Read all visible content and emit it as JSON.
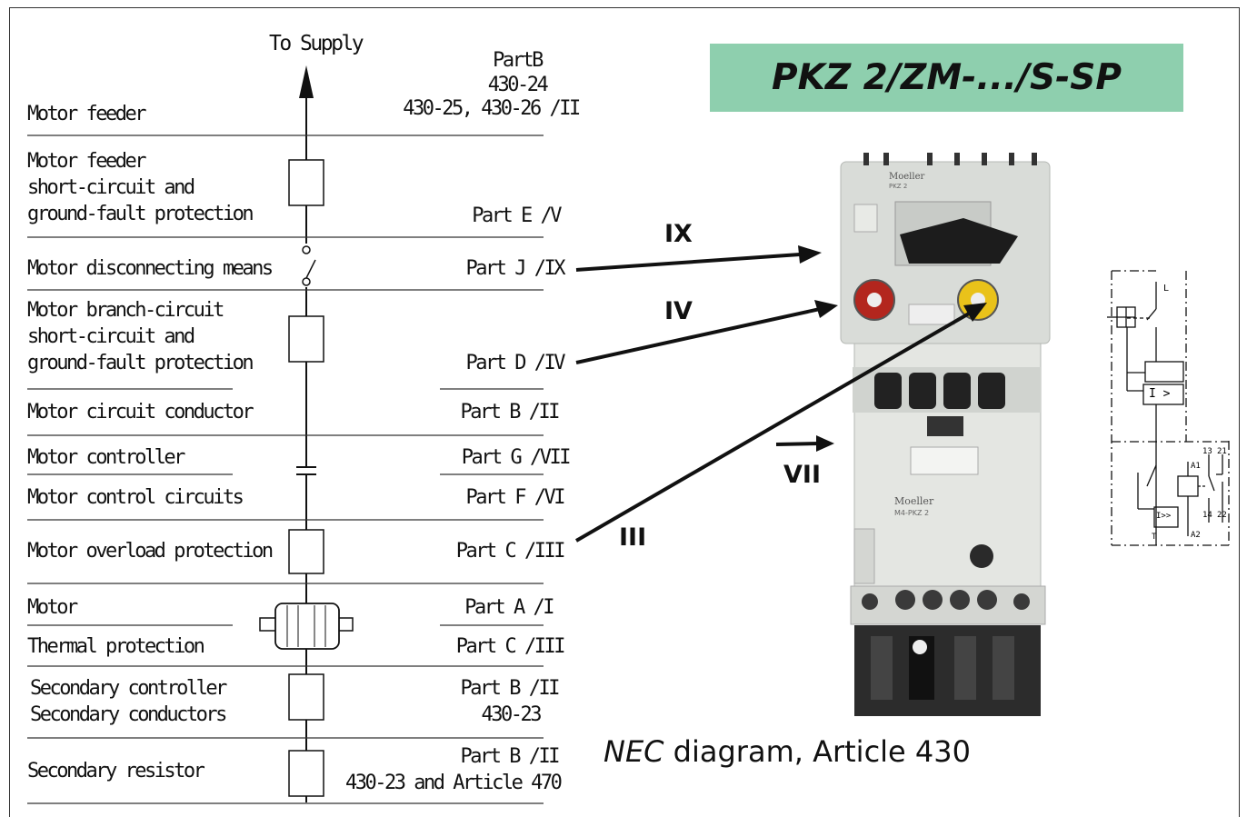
{
  "supply_label": "To Supply",
  "rows": [
    {
      "label": "Motor feeder",
      "ref_lines": [
        "PartB",
        "430-24",
        "430-25, 430-26 /II"
      ]
    },
    {
      "label_lines": [
        "Motor feeder",
        "short-circuit and",
        "ground-fault protection"
      ],
      "ref": "Part E /V"
    },
    {
      "label": "Motor disconnecting means",
      "ref": "Part J /IX"
    },
    {
      "label_lines": [
        "Motor branch-circuit",
        "short-circuit and",
        "ground-fault protection"
      ],
      "ref": "Part D /IV"
    },
    {
      "label": "Motor circuit conductor",
      "ref": "Part B /II"
    },
    {
      "label": "Motor controller",
      "ref": "Part G /VII"
    },
    {
      "label": "Motor control circuits",
      "ref": "Part F /VI"
    },
    {
      "label": "Motor overload protection",
      "ref": "Part C /III"
    },
    {
      "label": "Motor",
      "ref": "Part A /I"
    },
    {
      "label": "Thermal protection",
      "ref": "Part C /III"
    },
    {
      "label_lines": [
        "Secondary controller",
        "Secondary conductors"
      ],
      "ref_lines": [
        "Part B /II",
        "430-23"
      ]
    },
    {
      "label": "Secondary resistor",
      "ref_lines": [
        "Part B /II",
        "430-23 and Article 470"
      ]
    }
  ],
  "title": "PKZ 2/ZM-.../S-SP",
  "roman": {
    "ix": "IX",
    "iv": "IV",
    "vii": "VII",
    "iii": "III"
  },
  "caption": {
    "italic": "NEC",
    "rest": " diagram, Article 430"
  },
  "device": {
    "brand": "Moeller",
    "model_label": "PKZ 2",
    "lower_label": "M4-PKZ 2"
  },
  "schematic": {
    "l": "L",
    "i_label": "I >",
    "i_label2": "I>>",
    "t": "T",
    "a1": "A1",
    "a2": "A2",
    "c13": "13",
    "c21": "21",
    "c14": "14",
    "c22": "22"
  },
  "colors": {
    "title_bg": "#8ecfae",
    "device_body": "#d9dcd8",
    "device_dark": "#222222",
    "knob_red": "#b3261e",
    "knob_yellow": "#e9c21a"
  }
}
